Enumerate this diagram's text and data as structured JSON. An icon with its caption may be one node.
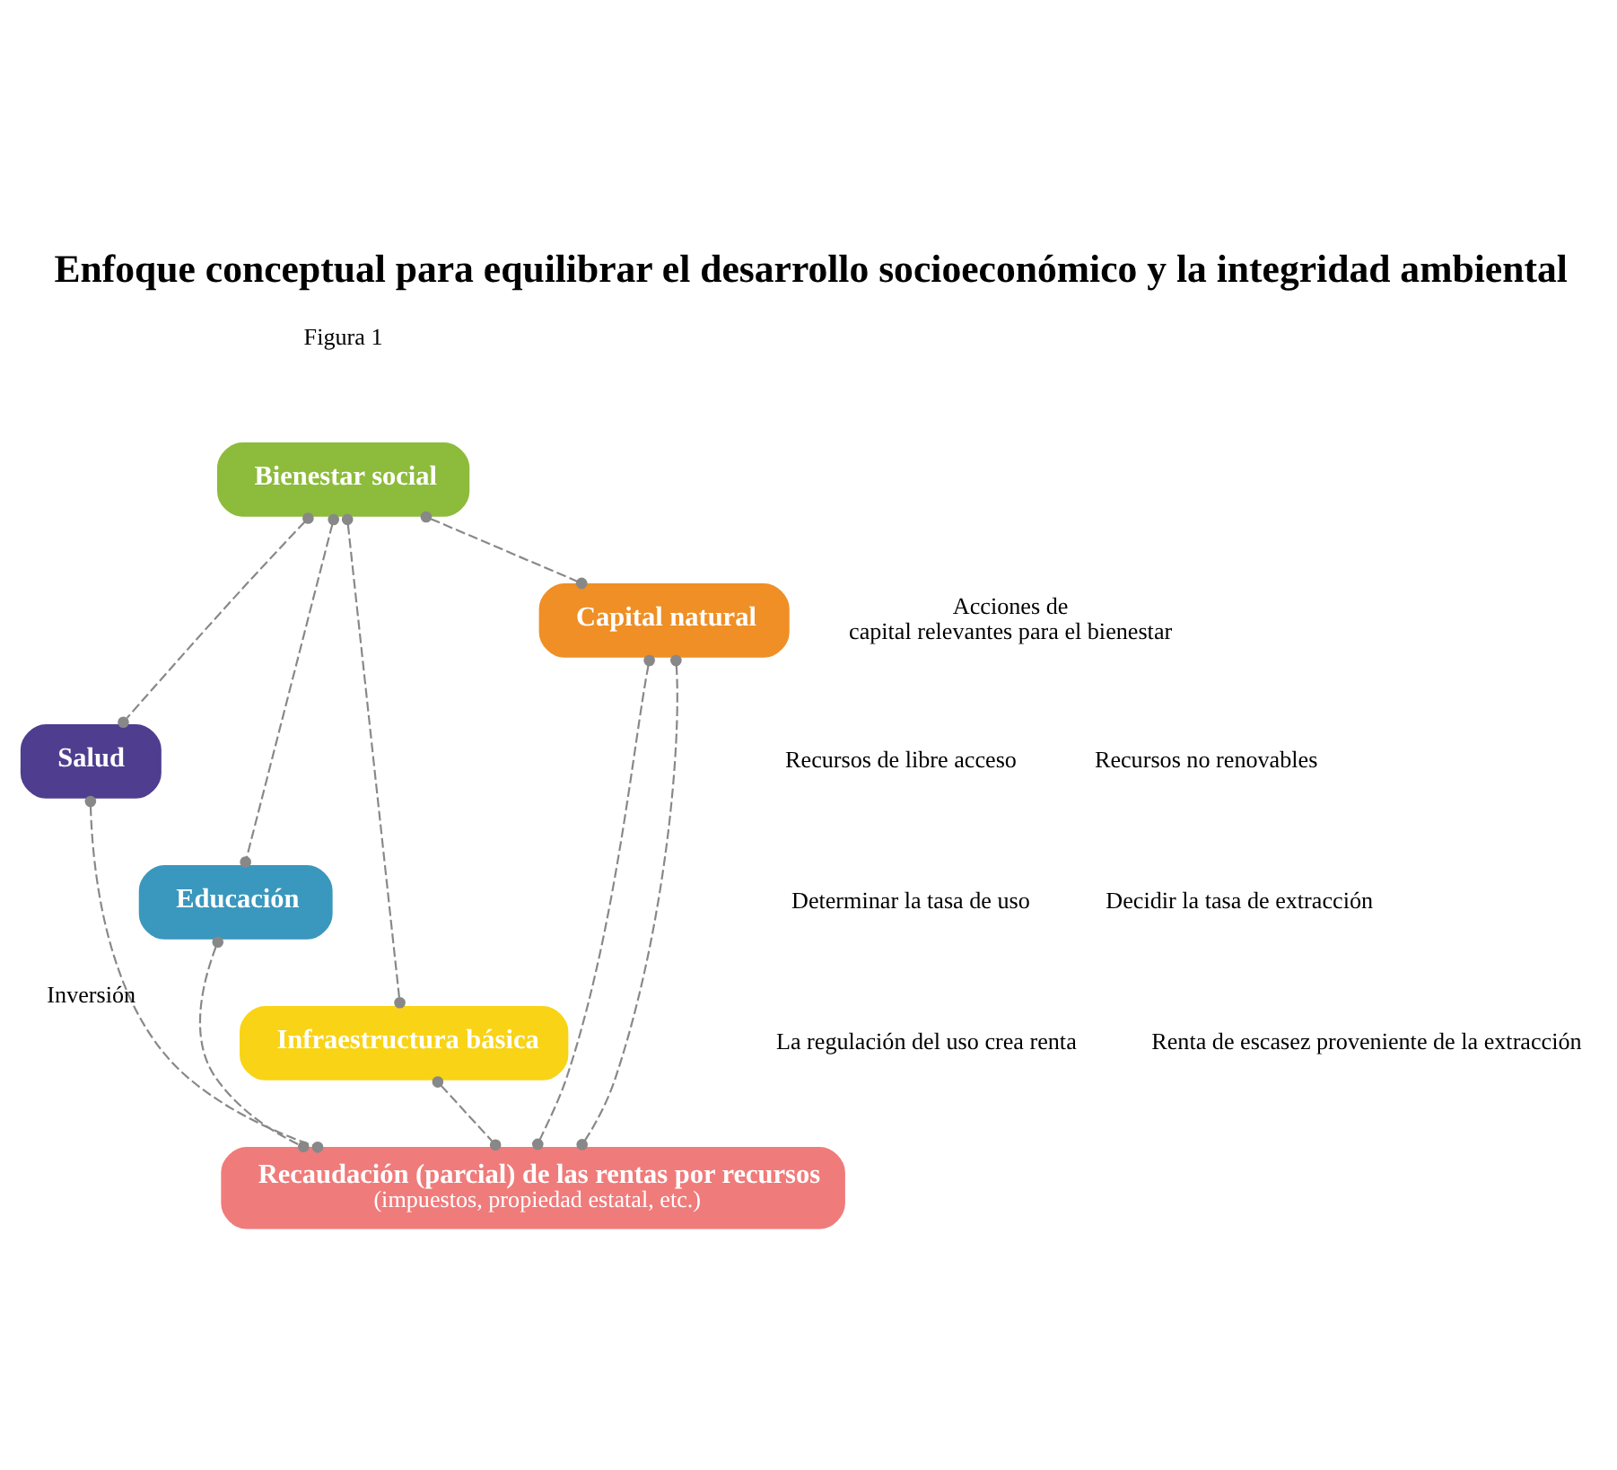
{
  "diagram": {
    "title": "Enfoque conceptual para equilibrar el desarrollo socioeconómico y la integridad ambiental",
    "nodes": [
      {
        "text": [
          "Bienestar social"
        ]
      },
      {
        "text": [
          "Salud"
        ]
      },
      {
        "text": [
          "Educación"
        ]
      },
      {
        "text": [
          "Infraestructura básica"
        ]
      },
      {
        "text": [
          "Capital natural"
        ],
        "beside": [
          "Acciones de capital relevantes para el bienestar"
        ]
      },
      {
        "text": [
          "Recaudación (parcial) de las rentas por recursos",
          "(impuestos, propiedad estatal, etc.)"
        ]
      }
    ],
    "edges": [
      {
        "from": 0,
        "to": 1,
        "arrow": "other",
        "style": "dashed"
      },
      {
        "from": 0,
        "to": 2,
        "arrow": "other",
        "style": "dashed"
      },
      {
        "from": 0,
        "to": 3,
        "arrow": "other",
        "style": "dashed"
      },
      {
        "from": 0,
        "to": 4,
        "arrow": "other",
        "style": "dashed"
      },
      {
        "from": 1,
        "to": 5,
        "arrow": "other",
        "style": "dashed",
        "label": "Inversión"
      },
      {
        "from": 2,
        "to": 5,
        "arrow": "other",
        "style": "dashed"
      },
      {
        "from": 3,
        "to": 5,
        "arrow": "other",
        "style": "dashed"
      },
      {
        "from": 4,
        "to": 5,
        "arrow": "other",
        "style": "dashed"
      },
      {
        "from": 4,
        "to": 5,
        "arrow": "other",
        "style": "dashed"
      }
    ],
    "labels": [
      "Figura 1",
      "Recursos de libre acceso",
      "Recursos no renovables",
      "Determinar la tasa de uso",
      "Decidir la tasa de extracción",
      "La regulación del uso crea renta",
      "Renta de escasez proveniente de la extracción"
    ]
  }
}
